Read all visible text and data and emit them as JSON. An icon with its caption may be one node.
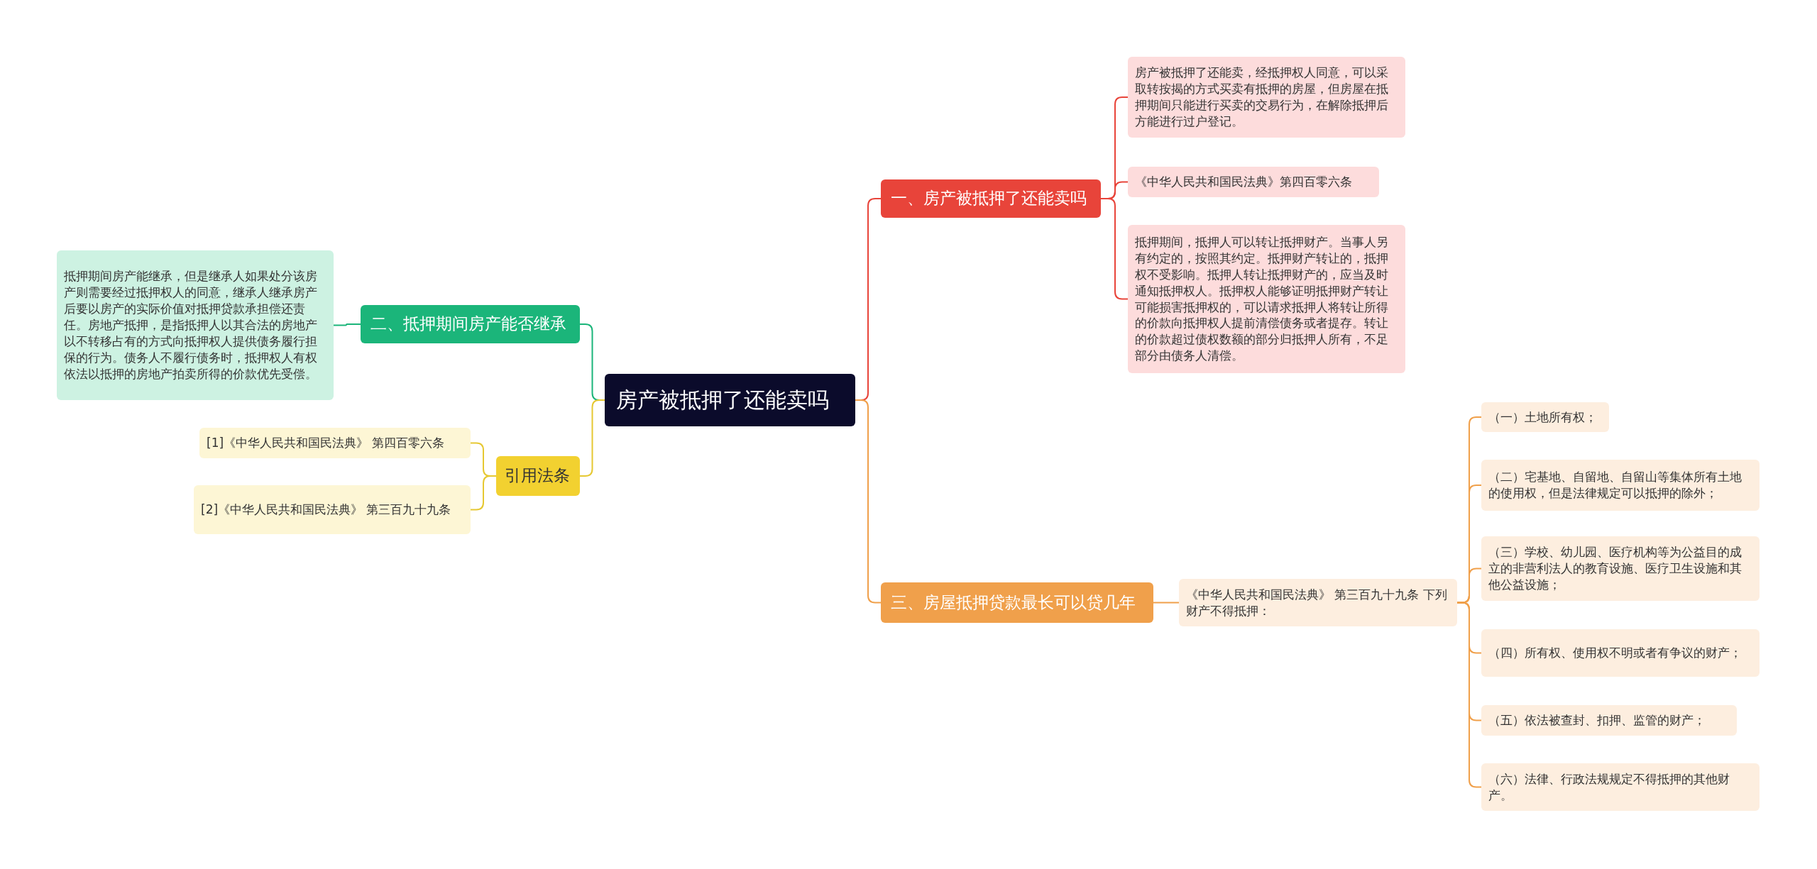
{
  "diagram": {
    "nodes": [
      {
        "text": [
          "房产被抵押了还能卖吗"
        ]
      },
      {
        "text": [
          "一、房产被抵押了还能卖吗"
        ]
      },
      {
        "text": [
          "房产被抵押了还能卖，经抵押权人同意，可以采取转按揭的方式买卖有抵押的房屋，但房屋在抵押期间只能进行买卖的交易行为，在解除抵押后方能进行过户登记。"
        ]
      },
      {
        "text": [
          "《中华人民共和国民法典》第四百零六条"
        ]
      },
      {
        "text": [
          "抵押期间，抵押人可以转让抵押财产。当事人另有约定的，按照其约定。抵押财产转让的，抵押权不受影响。抵押人转让抵押财产的，应当及时通知抵押权人。抵押权人能够证明抵押财产转让可能损害抵押权的，可以请求抵押人将转让所得的价款向抵押权人提前清偿债务或者提存。转让的价款超过债权数额的部分归抵押人所有，不足部分由债务人清偿。"
        ]
      },
      {
        "text": [
          "三、房屋抵押贷款最长可以贷几年"
        ]
      },
      {
        "text": [
          "《中华人民共和国民法典》 第三百九十九条 下列财产不得抵押："
        ]
      },
      {
        "text": [
          "（一）土地所有权；"
        ]
      },
      {
        "text": [
          "（二）宅基地、自留地、自留山等集体所有土地的使用权，但是法律规定可以抵押的除外；"
        ]
      },
      {
        "text": [
          "（三）学校、幼儿园、医疗机构等为公益目的成立的非营利法人的教育设施、医疗卫生设施和其他公益设施；"
        ]
      },
      {
        "text": [
          "（四）所有权、使用权不明或者有争议的财产；"
        ]
      },
      {
        "text": [
          "（五）依法被查封、扣押、监管的财产；"
        ]
      },
      {
        "text": [
          "（六）法律、行政法规规定不得抵押的其他财产。"
        ]
      },
      {
        "text": [
          "二、抵押期间房产能否继承"
        ]
      },
      {
        "text": [
          "抵押期间房产能继承，但是继承人如果处分该房产则需要经过抵押权人的同意，继承人继承房产后要以房产的实际价值对抵押贷款承担偿还责任。房地产抵押，是指抵押人以其合法的房地产以不转移占有的方式向抵押权人提供债务履行担保的行为。债务人不履行债务时，抵押权人有权依法以抵押的房地产拍卖所得的价款优先受偿。"
        ]
      },
      {
        "text": [
          "引用法条"
        ]
      },
      {
        "text": [
          "[1]《中华人民共和国民法典》 第四百零六条"
        ]
      },
      {
        "text": [
          "[2]《中华人民共和国民法典》 第三百九十九条"
        ]
      }
    ],
    "edges": [
      {
        "from": 0,
        "to": 1,
        "arrow": "none",
        "color": "#e8443a"
      },
      {
        "from": 1,
        "to": 2,
        "arrow": "none",
        "color": "#e8443a"
      },
      {
        "from": 1,
        "to": 3,
        "arrow": "none",
        "color": "#e8443a"
      },
      {
        "from": 1,
        "to": 4,
        "arrow": "none",
        "color": "#e8443a"
      },
      {
        "from": 0,
        "to": 5,
        "arrow": "none",
        "color": "#f0a04b"
      },
      {
        "from": 5,
        "to": 6,
        "arrow": "none",
        "color": "#f0a04b"
      },
      {
        "from": 6,
        "to": 7,
        "arrow": "none",
        "color": "#f0a04b"
      },
      {
        "from": 6,
        "to": 8,
        "arrow": "none",
        "color": "#f0a04b"
      },
      {
        "from": 6,
        "to": 9,
        "arrow": "none",
        "color": "#f0a04b"
      },
      {
        "from": 6,
        "to": 10,
        "arrow": "none",
        "color": "#f0a04b"
      },
      {
        "from": 6,
        "to": 11,
        "arrow": "none",
        "color": "#f0a04b"
      },
      {
        "from": 6,
        "to": 12,
        "arrow": "none",
        "color": "#f0a04b"
      },
      {
        "from": 0,
        "to": 13,
        "arrow": "none",
        "color": "#1bb57a"
      },
      {
        "from": 13,
        "to": 14,
        "arrow": "none",
        "color": "#1bb57a"
      },
      {
        "from": 0,
        "to": 15,
        "arrow": "none",
        "color": "#e6c832"
      },
      {
        "from": 15,
        "to": 16,
        "arrow": "none",
        "color": "#e6c832"
      },
      {
        "from": 15,
        "to": 17,
        "arrow": "none",
        "color": "#e6c832"
      }
    ]
  }
}
